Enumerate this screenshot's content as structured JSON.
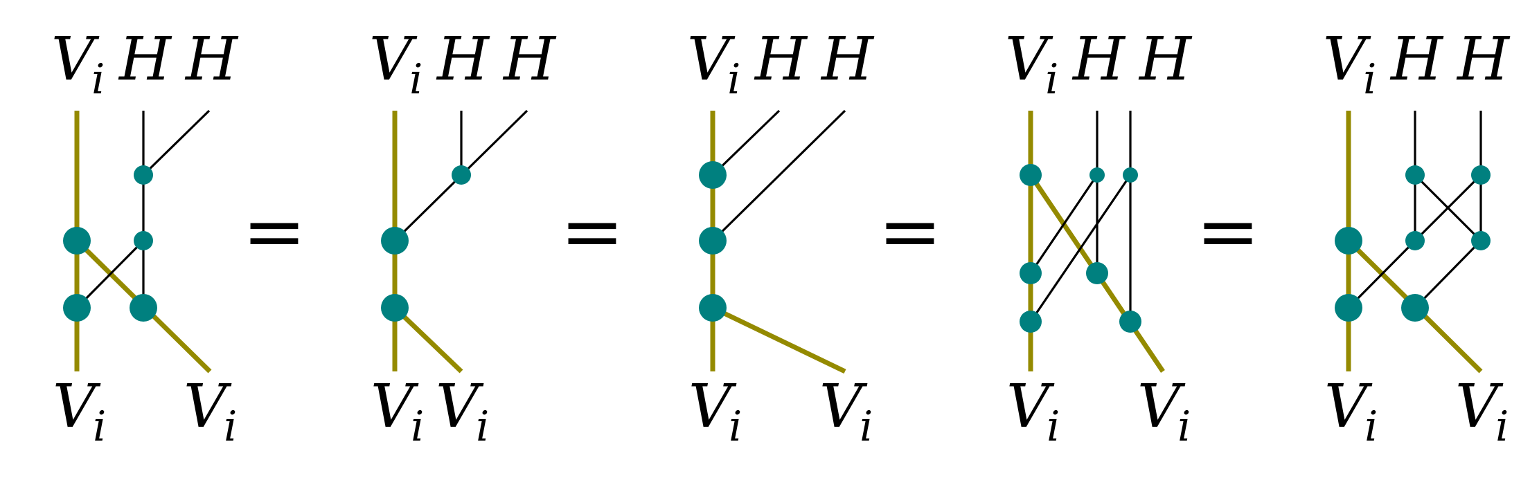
{
  "colors": {
    "background": "#ffffff",
    "wire_gold": "#948A00",
    "wire_black": "#000000",
    "node_teal": "#00807F"
  },
  "labels": {
    "V": "V",
    "i": "i",
    "H": "H",
    "equals": "="
  },
  "panels": [
    {
      "top": [
        "V_i",
        "H",
        "H"
      ],
      "bottom": [
        "V_i",
        "V_i"
      ]
    },
    {
      "top": [
        "V_i",
        "H",
        "H"
      ],
      "bottom": [
        "V_i",
        "V_i"
      ]
    },
    {
      "top": [
        "V_i",
        "H",
        "H"
      ],
      "bottom": [
        "V_i",
        "V_i"
      ]
    },
    {
      "top": [
        "V_i",
        "H",
        "H"
      ],
      "bottom": [
        "V_i",
        "V_i"
      ]
    },
    {
      "top": [
        "V_i",
        "H",
        "H"
      ],
      "bottom": [
        "V_i",
        "V_i"
      ]
    }
  ]
}
